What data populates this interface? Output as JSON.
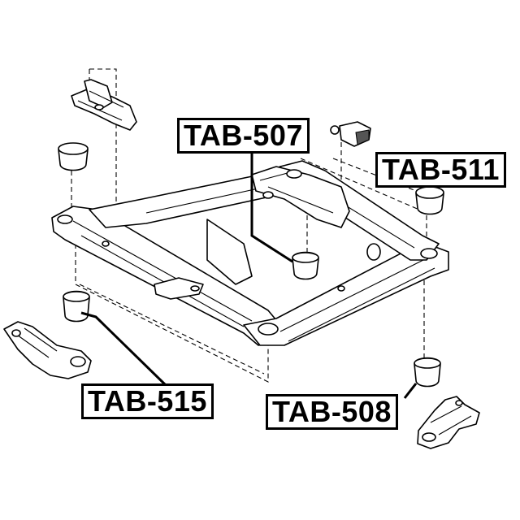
{
  "labels": {
    "front_bushing": "TAB-507",
    "rear_right_bushing": "TAB-511",
    "front_left_bushing": "TAB-515",
    "front_right_bushing": "TAB-508"
  },
  "colors": {
    "line": "#000000",
    "background": "#ffffff",
    "shade": "#555555"
  }
}
